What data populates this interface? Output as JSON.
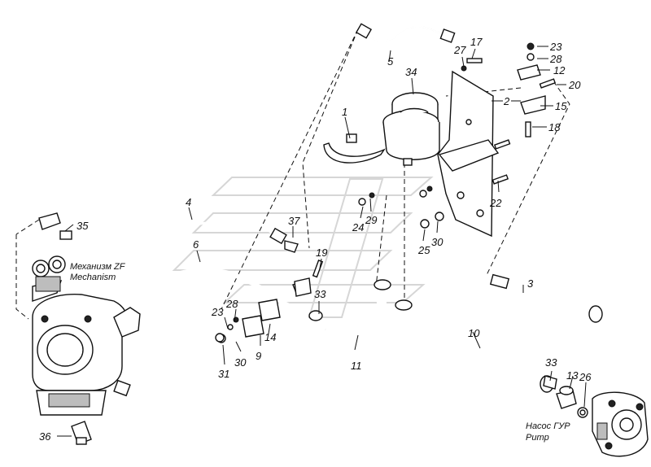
{
  "captions": {
    "mechanism_ru": "Механизм ZF",
    "mechanism_en": "Mechanism",
    "pump_ru": "Насос ГУР",
    "pump_en": "Pump"
  },
  "callouts": {
    "n1": "1",
    "n2": "2",
    "n3": "3",
    "n4": "4",
    "n5": "5",
    "n6": "6",
    "n9": "9",
    "n10": "10",
    "n11": "11",
    "n12": "12",
    "n13": "13",
    "n14": "14",
    "n15": "15",
    "n17": "17",
    "n18": "18",
    "n19": "19",
    "n20": "20",
    "n22": "22",
    "n23a": "23",
    "n23b": "23",
    "n24": "24",
    "n25": "25",
    "n26": "26",
    "n27": "27",
    "n28a": "28",
    "n28b": "28",
    "n29": "29",
    "n30a": "30",
    "n30b": "30",
    "n31": "31",
    "n33a": "33",
    "n33b": "33",
    "n34": "34",
    "n35": "35",
    "n36": "36",
    "n37": "37"
  }
}
